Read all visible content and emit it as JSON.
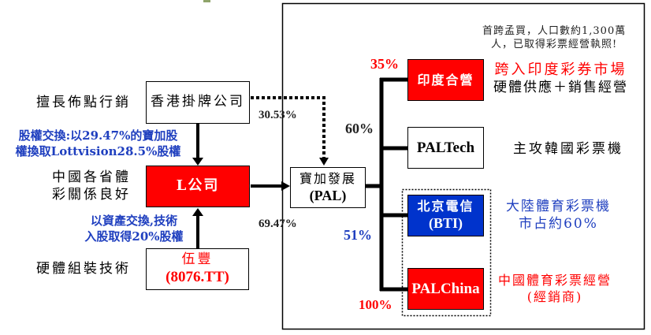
{
  "colors": {
    "red": "#ff0000",
    "blue": "#0033cc",
    "note_blue": "#1f3fbf",
    "black": "#000000"
  },
  "left": {
    "hk_label": "擅長佈點行銷",
    "hk_box": "香港掛牌公司",
    "equity_swap_note": [
      "股權交換:以29.47%的寶加股",
      "權換取Lottvision28.5%股權"
    ],
    "l_label": [
      "中國各省體",
      "彩關係良好"
    ],
    "l_box": "L公司",
    "asset_swap_note": [
      "以資產交換,技術",
      "入股取得20%股權"
    ],
    "wufeng_label": "硬體組裝技術",
    "wufeng_box": [
      "伍豐",
      "(8076.TT)"
    ]
  },
  "center": {
    "pal_box": [
      "寶加發展",
      "(PAL)"
    ],
    "hk_pct": "30.53%",
    "l_pct": "69.47%"
  },
  "right": {
    "top_note": [
      "首跨孟買，人口數約1,300萬",
      "人，已取得彩票經營執照!"
    ],
    "subsidiaries": [
      {
        "name": "印度合營",
        "pct": "35%",
        "desc": [
          "跨入印度彩券市場",
          "硬體供應＋銷售經營"
        ]
      },
      {
        "name": "PALTech",
        "pct": "60%",
        "desc": [
          "主攻韓國彩票機"
        ]
      },
      {
        "name": [
          "北京電信",
          "(BTI)"
        ],
        "pct": "51%",
        "desc": [
          "大陸體育彩票機",
          "市占約60%"
        ]
      },
      {
        "name": "PALChina",
        "pct": "100%",
        "desc": [
          "中國體育彩票經營",
          "(經銷商)"
        ]
      }
    ]
  }
}
